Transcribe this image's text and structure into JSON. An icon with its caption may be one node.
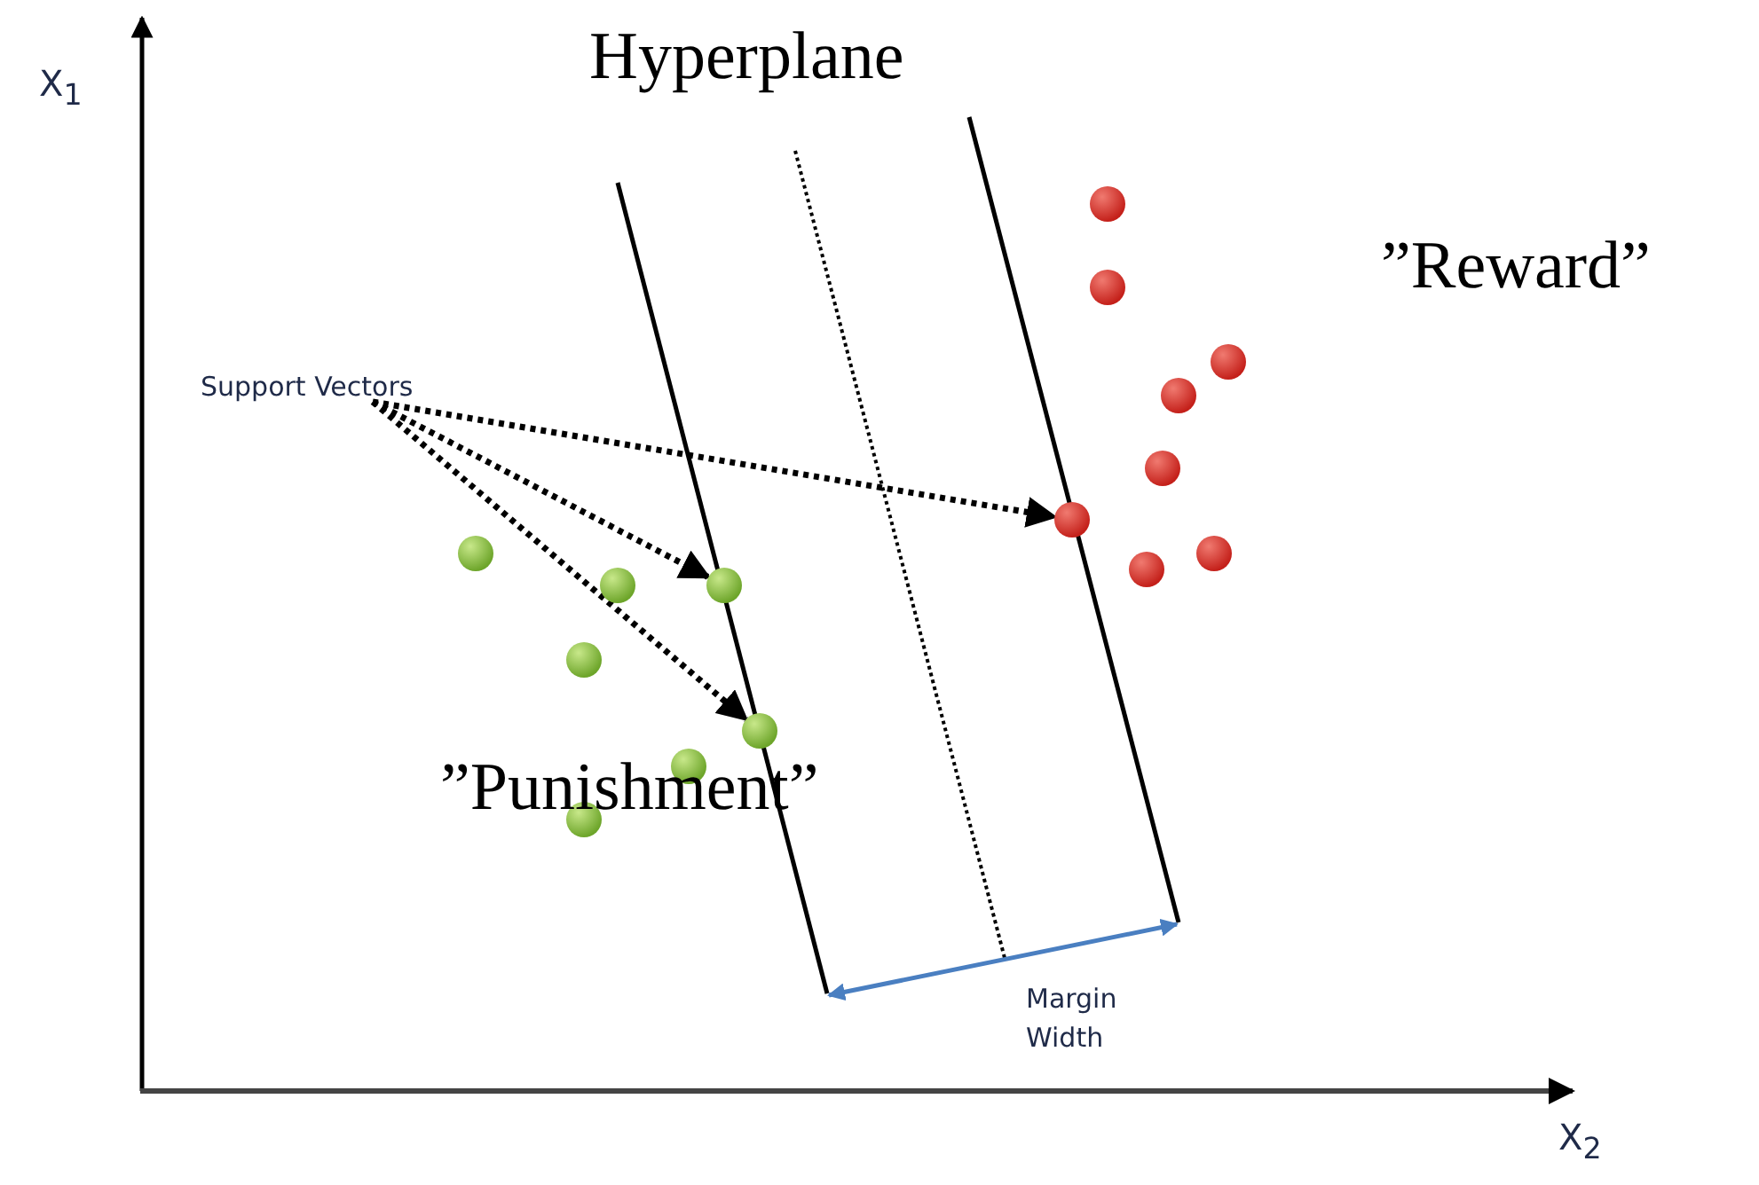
{
  "diagram": {
    "nodes": [
      {
        "text": [
          "Support Vectors"
        ]
      },
      {
        "text": [],
        "shape": "circle"
      },
      {
        "text": [],
        "shape": "circle"
      },
      {
        "text": [],
        "shape": "circle"
      },
      {
        "text": [],
        "shape": "circle"
      },
      {
        "text": [],
        "shape": "circle"
      },
      {
        "text": [],
        "shape": "circle"
      },
      {
        "text": [],
        "shape": "circle"
      },
      {
        "text": [],
        "shape": "circle"
      },
      {
        "text": [],
        "shape": "circle"
      },
      {
        "text": [],
        "shape": "circle"
      },
      {
        "text": [],
        "shape": "circle"
      },
      {
        "text": [],
        "shape": "circle"
      },
      {
        "text": [],
        "shape": "circle"
      },
      {
        "text": [],
        "shape": "circle"
      },
      {
        "text": [],
        "shape": "circle"
      }
    ],
    "edges": [
      {
        "from": 0,
        "to": 8,
        "arrow": "to",
        "style": "dashed"
      },
      {
        "from": 0,
        "to": 6,
        "arrow": "to",
        "style": "dashed"
      },
      {
        "from": 0,
        "to": 7,
        "arrow": "to",
        "style": "dashed"
      }
    ],
    "labels": [
      "X$_{1}$",
      "Hyperplane",
      "”Reward”",
      "”Punishment”",
      "Margin Width",
      "X$_{2}$"
    ]
  }
}
